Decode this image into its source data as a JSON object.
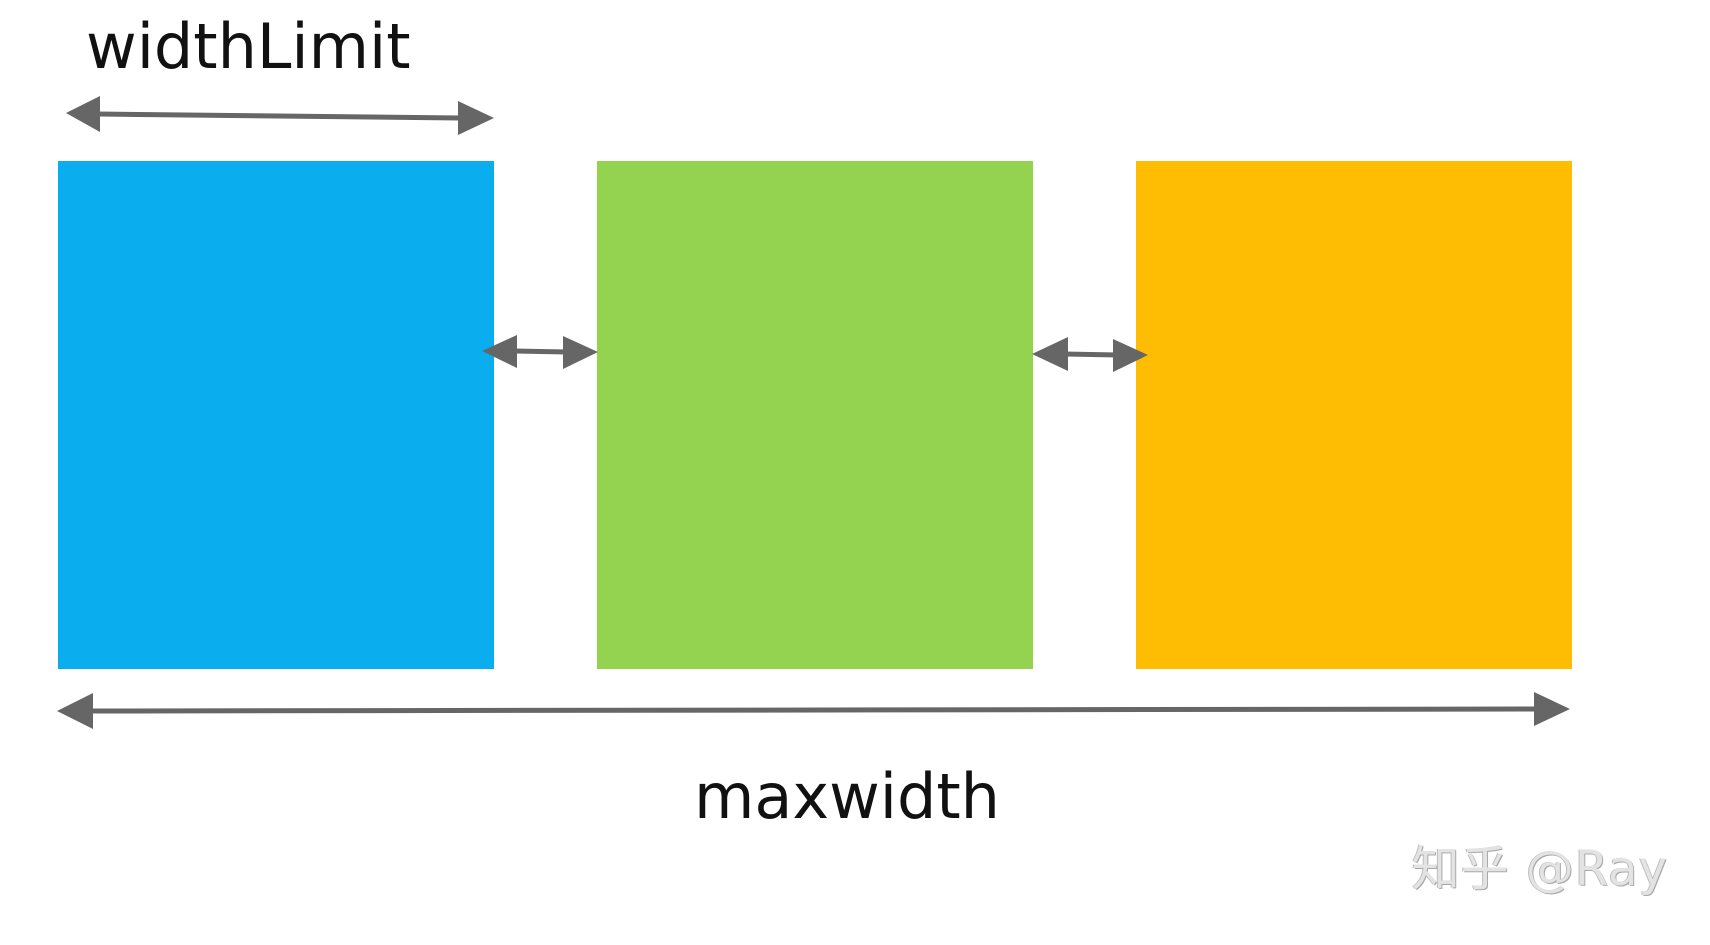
{
  "diagram": {
    "width_limit_label": "widthLimit",
    "max_width_label": "maxwidth",
    "watermark": "知乎 @Ray",
    "colors": {
      "box_1": "#0AAEEF",
      "box_2": "#94D350",
      "box_3": "#FEBD02",
      "arrow": "#666666",
      "text": "#111111"
    },
    "boxes": [
      {
        "name": "blue-box"
      },
      {
        "name": "green-box"
      },
      {
        "name": "orange-box"
      }
    ]
  }
}
